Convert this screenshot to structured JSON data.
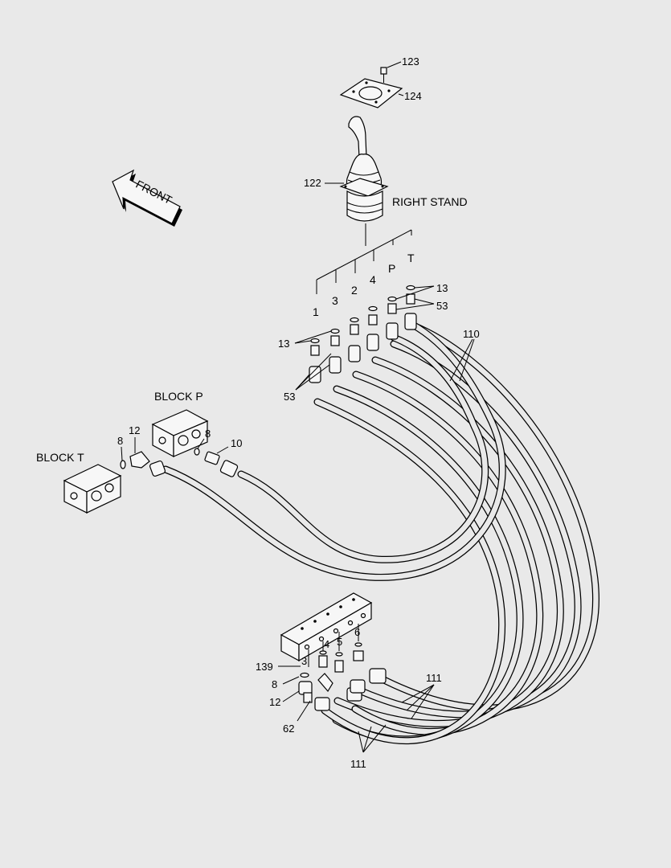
{
  "labels": {
    "p123": "123",
    "p124": "124",
    "p122": "122",
    "right_stand": "RIGHT STAND",
    "front": "FRONT",
    "port_1": "1",
    "port_3": "3",
    "port_2": "2",
    "port_4": "4",
    "port_p": "P",
    "port_t": "T",
    "p13_top": "13",
    "p53_top": "53",
    "p13_left": "13",
    "p53_left": "53",
    "p110": "110",
    "block_p": "BLOCK P",
    "block_t": "BLOCK T",
    "p8_a": "8",
    "p12_a": "12",
    "p8_b": "8",
    "p10": "10",
    "b_port_3": "3",
    "b_port_4": "4",
    "b_port_5": "5",
    "b_port_6": "6",
    "p139": "139",
    "p8_c": "8",
    "p12_c": "12",
    "p62": "62",
    "p111_top": "111",
    "p111_bottom": "111"
  }
}
